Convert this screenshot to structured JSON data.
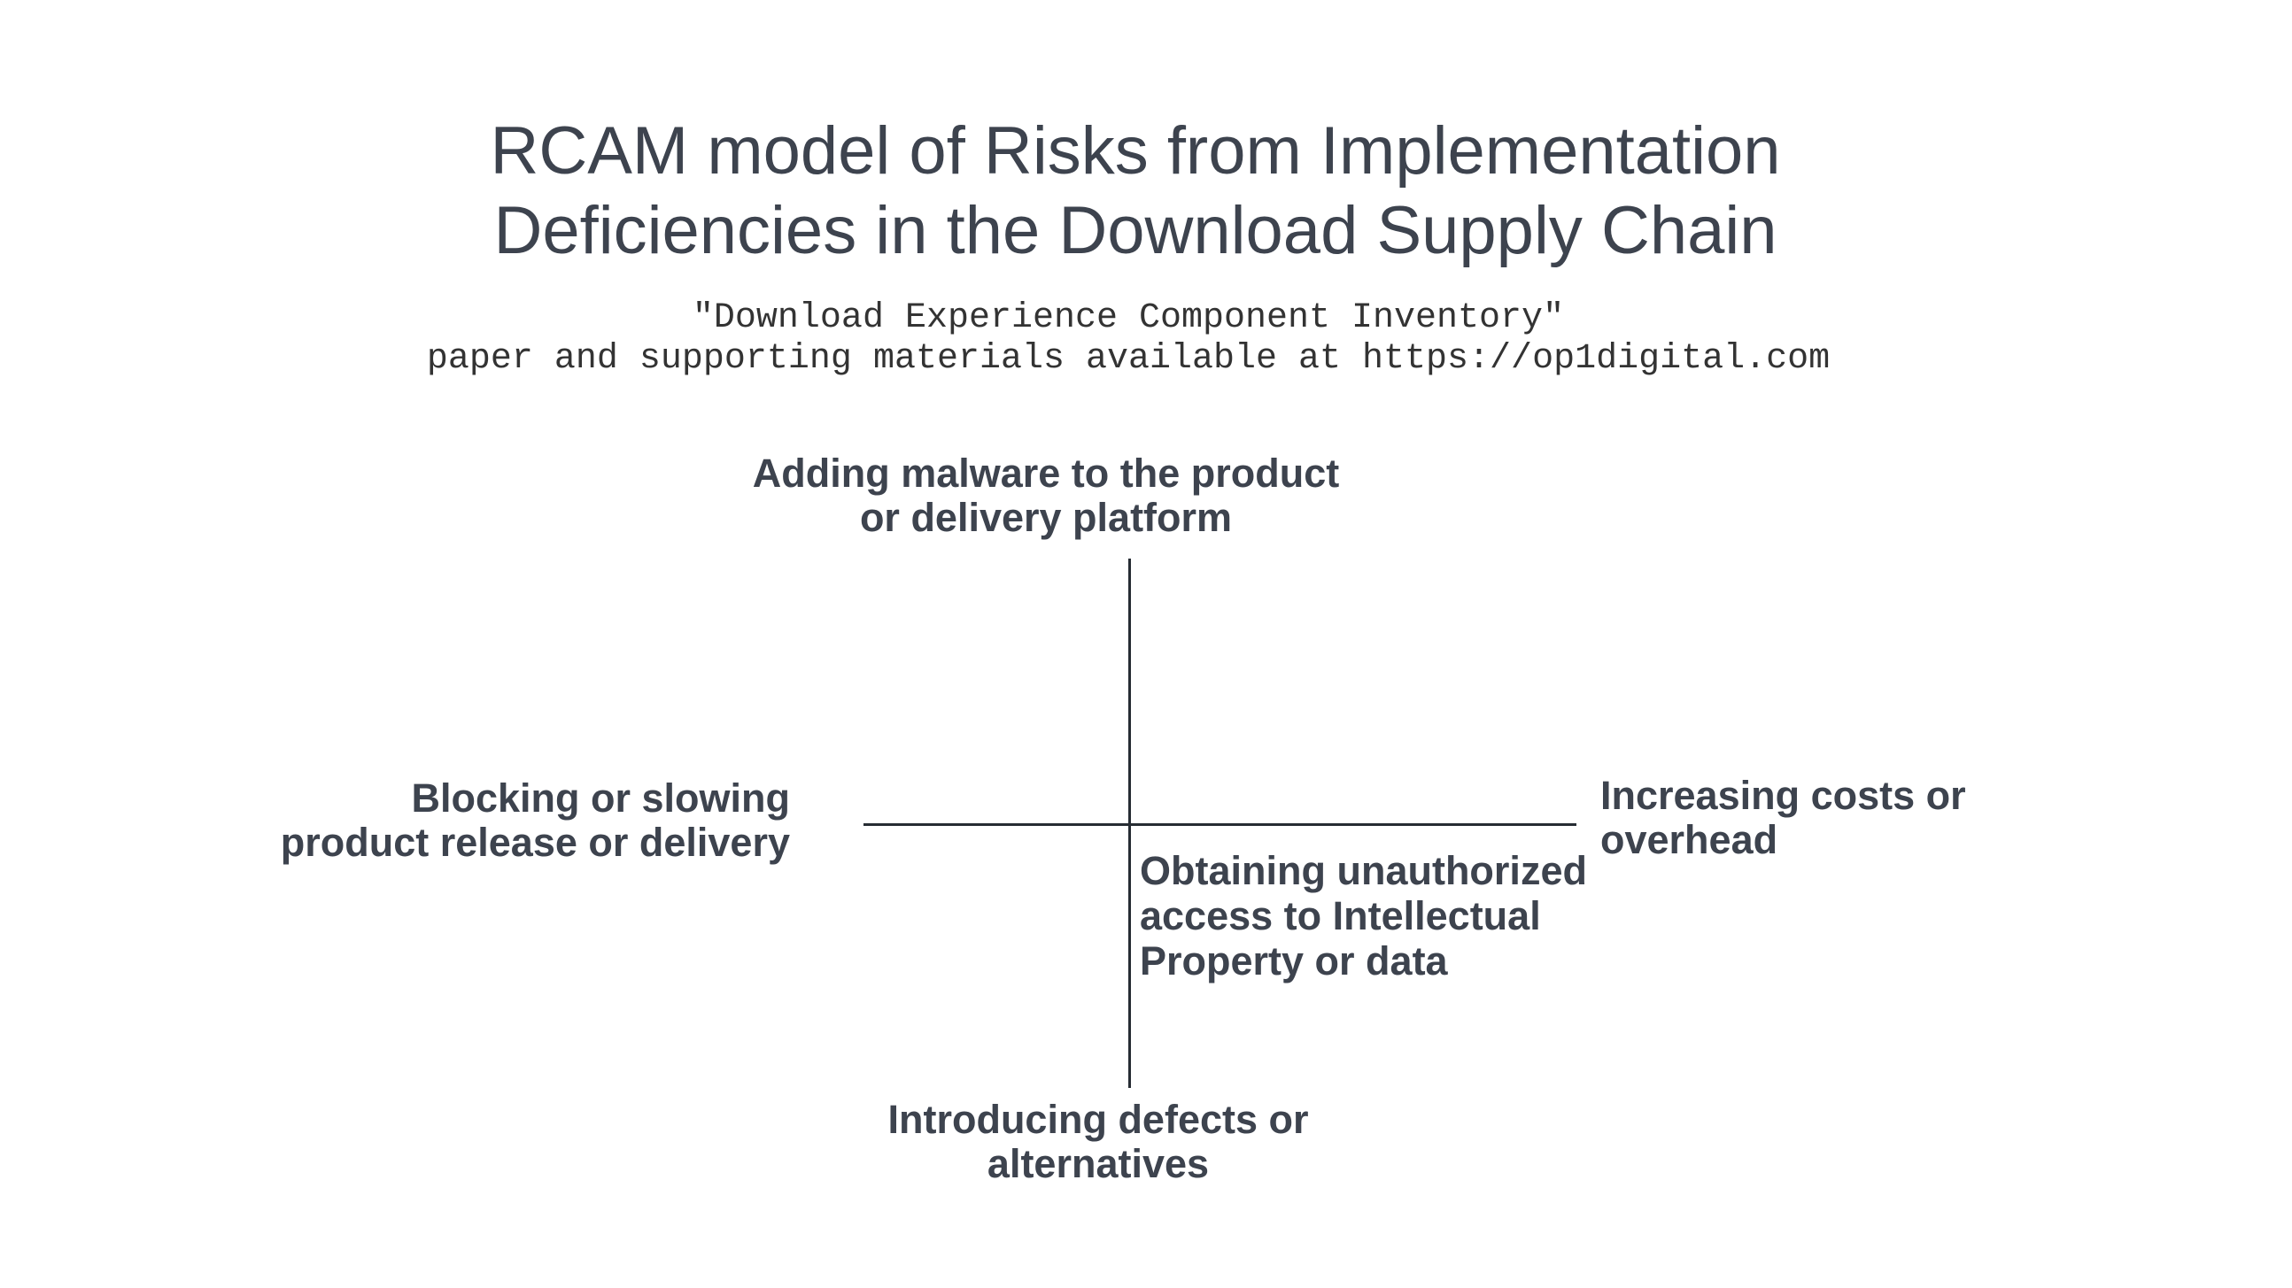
{
  "title": {
    "lines": [
      "RCAM model of Risks from Implementation",
      "Deficiencies in the Download Supply Chain"
    ]
  },
  "subtitle": {
    "lines": [
      "\"Download Experience Component Inventory\"",
      "paper and supporting materials available at https://op1digital.com"
    ]
  },
  "diagram": {
    "labels": {
      "top": {
        "lines": [
          "Adding malware to the product",
          "or delivery platform"
        ]
      },
      "left": {
        "lines": [
          "Blocking or slowing",
          "product release or delivery"
        ]
      },
      "right": {
        "lines": [
          "Increasing costs or",
          "overhead"
        ]
      },
      "lower_right": {
        "lines": [
          "Obtaining unauthorized",
          "access to Intellectual",
          "Property or data"
        ]
      },
      "bottom": {
        "lines": [
          "Introducing defects or",
          "alternatives"
        ]
      }
    }
  },
  "colors": {
    "background": "#ffffff",
    "heading_text": "#3d434e",
    "subtitle_text": "#333333",
    "label_text": "#3d434e",
    "axis_line": "#262c33"
  }
}
